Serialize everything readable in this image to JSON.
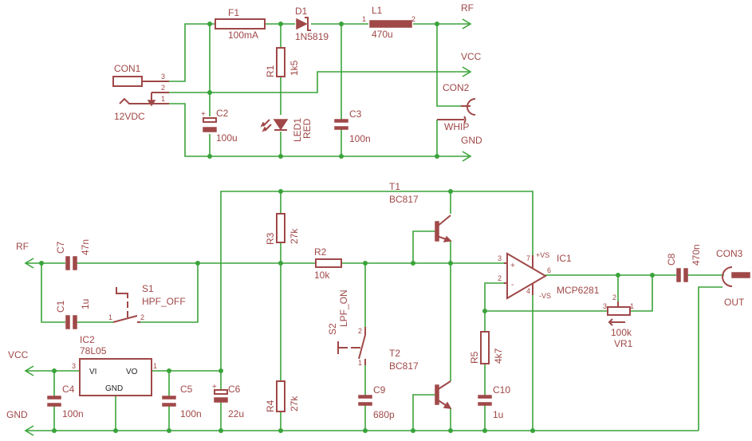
{
  "labels": {
    "con1": "CON1",
    "con1_pin3": "3",
    "con1_pin2": "2",
    "con1_pin1": "1",
    "supply": "12VDC",
    "f1": "F1",
    "f1_val": "100mA",
    "d1": "D1",
    "d1_val": "1N5819",
    "l1": "L1",
    "l1_val": "470u",
    "l1_pin1": "1",
    "l1_pin2": "2",
    "rf_top": "RF",
    "vcc_top": "VCC",
    "gnd_top": "GND",
    "con2": "CON2",
    "whip": "WHIP",
    "r1": "R1",
    "r1_val": "1k5",
    "led1": "LED1",
    "led1_val": "RED",
    "c2": "C2",
    "c2_val": "100u",
    "c3": "C3",
    "c3_val": "100n",
    "rf_left": "RF",
    "c7": "C7",
    "c7_val": "47n",
    "c1": "C1",
    "c1_val": "1u",
    "s1": "S1",
    "s1_val": "HPF_OFF",
    "s1_pin1": "1",
    "s1_pin2": "2",
    "r3": "R3",
    "r3_val": "27k",
    "r2": "R2",
    "r2_val": "10k",
    "s2": "S2",
    "s2_val": "LPF_ON",
    "s2_pin1": "1",
    "s2_pin2": "2",
    "t1": "T1",
    "t1_val": "BC817",
    "t2": "T2",
    "t2_val": "BC817",
    "ic1": "IC1",
    "ic1_val": "MCP6281",
    "ic1_vp": "+VS",
    "ic1_vn": "-VS",
    "ic1_plus": "+",
    "ic1_minus": "-",
    "ic1_pin3": "3",
    "ic1_pin2": "2",
    "ic1_pin6": "6",
    "ic1_pin7": "7",
    "ic1_pin4": "4",
    "c8": "C8",
    "c8_val": "470n",
    "con3": "CON3",
    "out": "OUT",
    "vr1": "VR1",
    "vr1_val": "100k",
    "vr1_pin3": "3",
    "vr1_pin2": "2",
    "vr1_pin1": "1",
    "r5": "R5",
    "r5_val": "4k7",
    "c10": "C10",
    "c10_val": "1u",
    "c9": "C9",
    "c9_val": "680p",
    "r4": "R4",
    "r4_val": "27k",
    "vcc_left": "VCC",
    "gnd_left": "GND",
    "ic2": "IC2",
    "ic2_val": "78L05",
    "ic2_vi": "VI",
    "ic2_vo": "VO",
    "ic2_gnd": "GND",
    "ic2_pin3": "3",
    "ic2_pin1": "1",
    "c4": "C4",
    "c4_val": "100n",
    "c5": "C5",
    "c5_val": "100n",
    "c6": "C6",
    "c6_val": "22u",
    "cap_plus": "+"
  },
  "colors": {
    "wire": "#3aa33a",
    "part": "#a04848",
    "background": "#ffffff"
  }
}
